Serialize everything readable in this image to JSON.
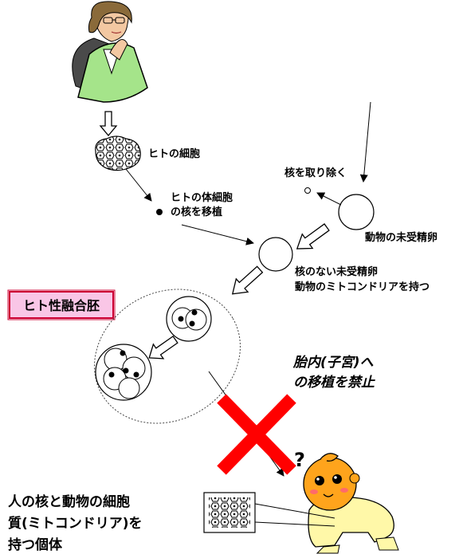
{
  "labels": {
    "human_cell": "ヒトの細胞",
    "somatic_line1": "ヒトの体細胞",
    "somatic_line2": "の核を移植",
    "remove_nucleus": "核を取り除く",
    "animal_egg": "動物の未受精卵",
    "enucleated_line1": "核のない未受精卵",
    "enucleated_line2": "動物のミトコンドリアを持つ",
    "embryo_title": "ヒト性融合胚",
    "ban_line1": "胎内(子宮)へ",
    "ban_line2": "の移植を禁止",
    "individual_line1": "人の核と動物の細胞",
    "individual_line2": "質(ミトコンドリア)を",
    "individual_line3": "持つ個体",
    "question_mark": "?"
  },
  "colors": {
    "title_box_fill": "#f9c6e6",
    "title_box_border": "#cc0033",
    "cross": "#ff0000",
    "baby_skin": "#ffa41c",
    "baby_suit": "#fff8a8",
    "woman_jacket": "#a5e48a"
  }
}
